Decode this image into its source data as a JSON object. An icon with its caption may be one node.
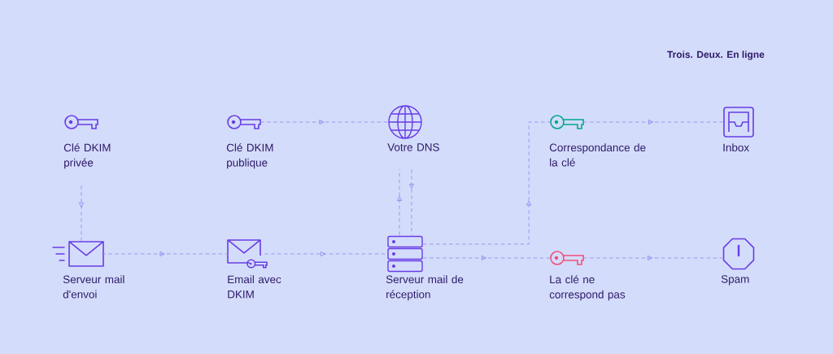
{
  "diagram": {
    "nodes": [
      {
        "text": [
          "Clé DKIM privée"
        ]
      },
      {
        "text": [
          "Clé DKIM publique"
        ]
      },
      {
        "text": [
          "Votre DNS"
        ]
      },
      {
        "text": [
          "Correspondance de la clé"
        ]
      },
      {
        "text": [
          "Inbox"
        ]
      },
      {
        "text": [
          "Serveur mail d'envoi"
        ]
      },
      {
        "text": [
          "Email avec DKIM"
        ]
      },
      {
        "text": [
          "Serveur mail de réception"
        ]
      },
      {
        "text": [
          "La clé ne correspond pas"
        ]
      },
      {
        "text": [
          "Spam"
        ]
      }
    ],
    "edges": [
      {
        "from": 0,
        "to": 5,
        "arrow": "to"
      },
      {
        "from": 1,
        "to": 2,
        "arrow": "to"
      },
      {
        "from": 2,
        "to": 7,
        "arrow": "to"
      },
      {
        "from": 7,
        "to": 2,
        "arrow": "to"
      },
      {
        "from": 3,
        "to": 4,
        "arrow": "to"
      },
      {
        "from": 5,
        "to": 6,
        "arrow": "to"
      },
      {
        "from": 6,
        "to": 7,
        "arrow": "to"
      },
      {
        "from": 7,
        "to": 3,
        "arrow": "to"
      },
      {
        "from": 7,
        "to": 8,
        "arrow": "to"
      },
      {
        "from": 8,
        "to": 9,
        "arrow": "to"
      }
    ],
    "labels": [
      "Trois. Deux. En ligne"
    ]
  }
}
